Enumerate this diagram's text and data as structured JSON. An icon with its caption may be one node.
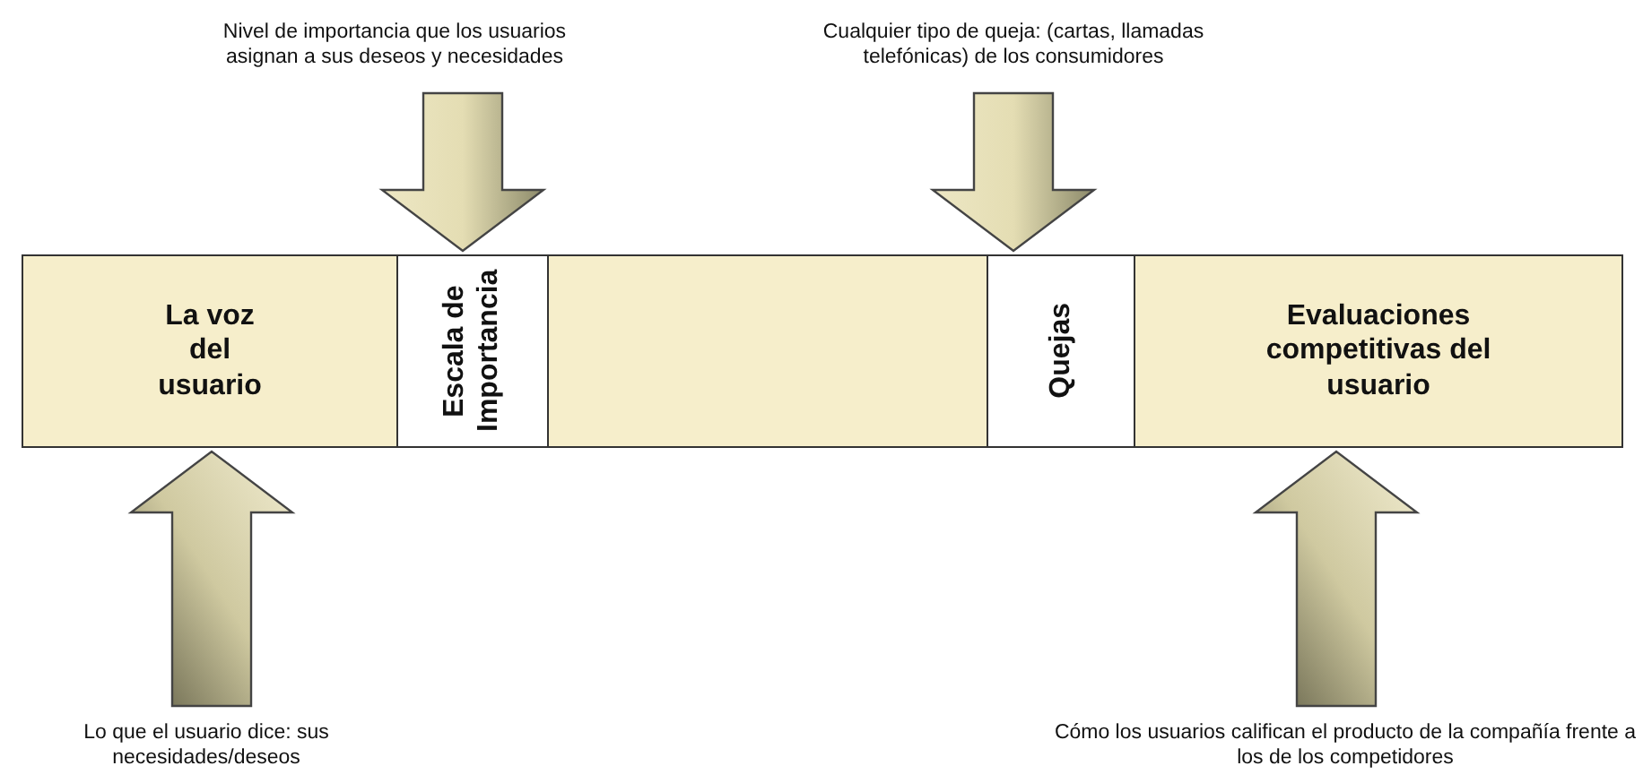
{
  "diagram": {
    "nodes": [
      {
        "text": [
          "Nivel de importancia que los usuarios asignan a sus deseos y necesidades"
        ]
      },
      {
        "text": [
          "Cualquier tipo de queja: (cartas, llamadas telefónicas) de los consumidores"
        ]
      },
      {
        "text": [
          "La voz del usuario"
        ]
      },
      {
        "text": [
          "Escala de Importancia"
        ]
      },
      {
        "text": [],
        "shape": "box"
      },
      {
        "text": [
          "Quejas"
        ]
      },
      {
        "text": [
          "Evaluaciones competitivas del usuario"
        ]
      },
      {
        "text": [
          "Lo que el usuario dice: sus necesidades/deseos"
        ]
      },
      {
        "text": [
          "Cómo los usuarios califican el producto de la compañía frente a los de los competidores"
        ]
      }
    ],
    "edges": [
      {
        "from": 0,
        "to": 3,
        "arrow": "to"
      },
      {
        "from": 1,
        "to": 5,
        "arrow": "to"
      },
      {
        "from": 7,
        "to": 2,
        "arrow": "to"
      },
      {
        "from": 8,
        "to": 6,
        "arrow": "to"
      }
    ]
  }
}
